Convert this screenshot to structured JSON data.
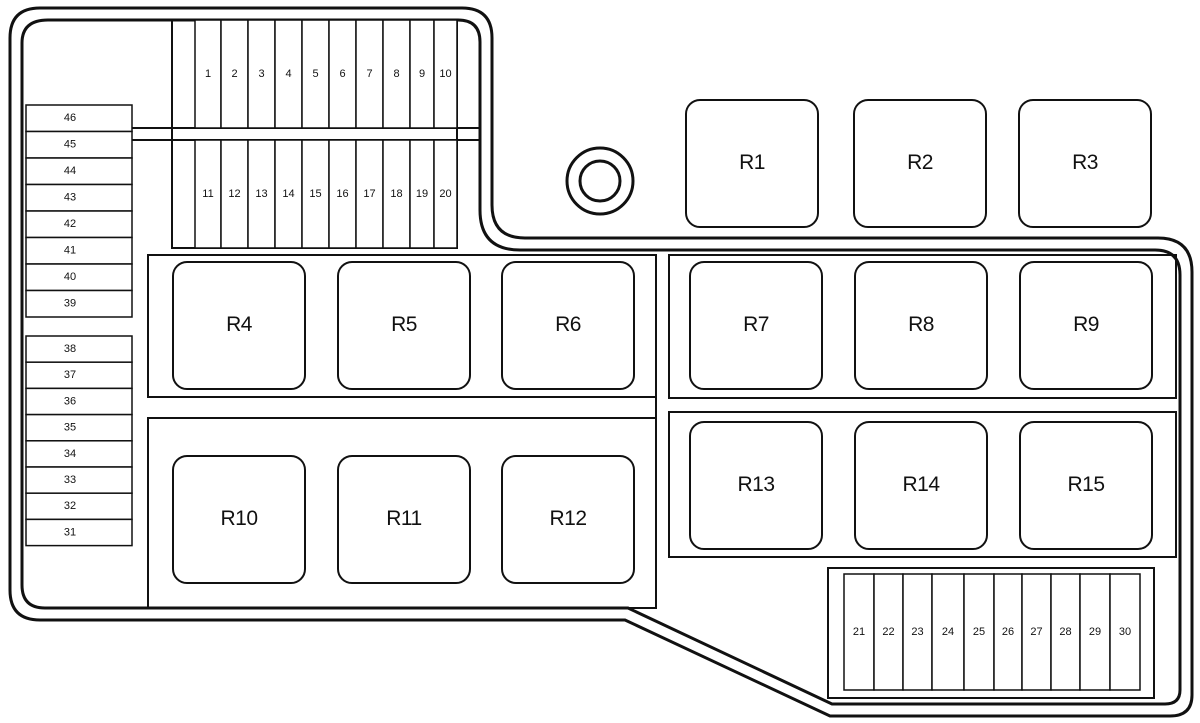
{
  "fuses": {
    "top_row_upper": [
      "1",
      "2",
      "3",
      "4",
      "5",
      "6",
      "7",
      "8",
      "9",
      "10"
    ],
    "top_row_lower": [
      "11",
      "12",
      "13",
      "14",
      "15",
      "16",
      "17",
      "18",
      "19",
      "20"
    ],
    "bottom_right": [
      "21",
      "22",
      "23",
      "24",
      "25",
      "26",
      "27",
      "28",
      "29",
      "30"
    ],
    "left_upper": [
      "46",
      "45",
      "44",
      "43",
      "42",
      "41",
      "40",
      "39"
    ],
    "left_lower": [
      "38",
      "37",
      "36",
      "35",
      "34",
      "33",
      "32",
      "31"
    ]
  },
  "relays": {
    "top": [
      "R1",
      "R2",
      "R3"
    ],
    "row1_left": [
      "R4",
      "R5",
      "R6"
    ],
    "row1_right": [
      "R7",
      "R8",
      "R9"
    ],
    "row2_left": [
      "R10",
      "R11",
      "R12"
    ],
    "row2_right": [
      "R13",
      "R14",
      "R15"
    ]
  },
  "colors": {
    "line": "#111111",
    "background": "#ffffff"
  }
}
